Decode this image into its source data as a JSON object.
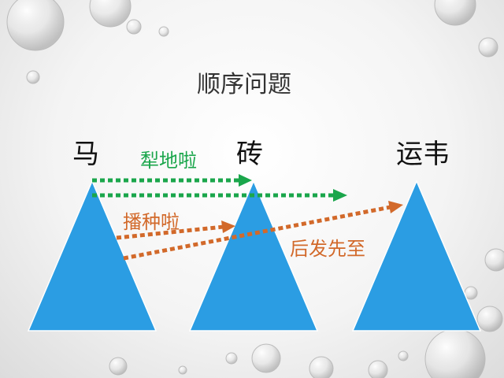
{
  "slide": {
    "title": "顺序问题"
  },
  "nodes": [
    {
      "id": "ma",
      "label": "马"
    },
    {
      "id": "zhuan",
      "label": "砖"
    },
    {
      "id": "yunwei",
      "label": "运韦"
    }
  ],
  "arrows": [
    {
      "id": "plow",
      "label": "犁地啦",
      "color": "#1aa64b"
    },
    {
      "id": "sow",
      "label": "播种啦",
      "color": "#d2692a"
    },
    {
      "id": "later",
      "label": "后发先至",
      "color": "#d2692a"
    }
  ],
  "colors": {
    "triangle": "#2b9de3",
    "triangle_stroke": "#ffffff"
  }
}
